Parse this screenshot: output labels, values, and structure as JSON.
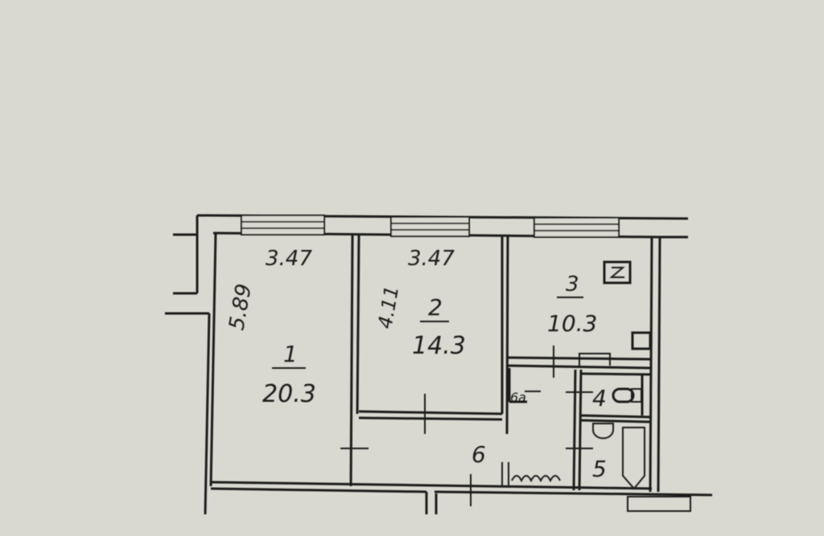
{
  "floor_plan": {
    "dimensions": {
      "room1_width": "3.47",
      "room2_width": "3.47",
      "room1_length": "5.89",
      "room2_length": "4.11"
    },
    "rooms": [
      {
        "number": "1",
        "area": "20.3"
      },
      {
        "number": "2",
        "area": "14.3"
      },
      {
        "number": "3",
        "area": "10.3"
      },
      {
        "number": "4"
      },
      {
        "number": "5"
      },
      {
        "number": "6"
      },
      {
        "number": "6a"
      }
    ]
  }
}
